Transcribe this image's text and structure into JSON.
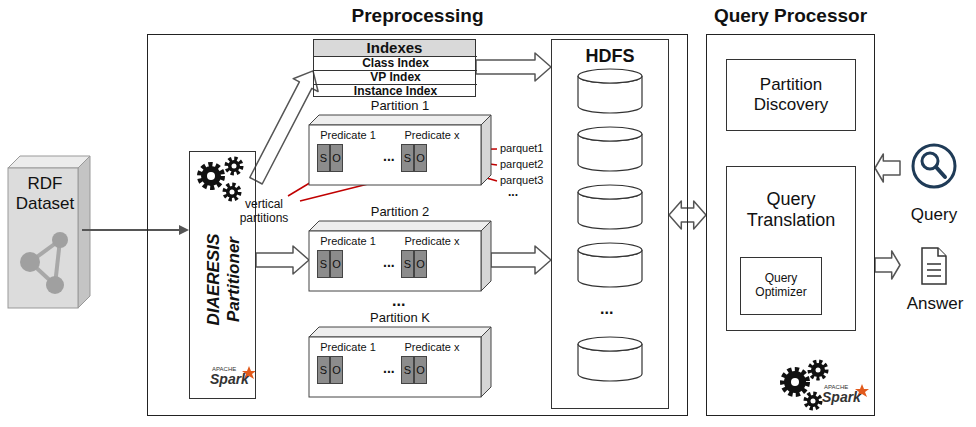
{
  "diagram": {
    "nodes": [
      {
        "text": [
          "RDF Dataset"
        ]
      },
      {
        "text": [
          "Preprocessing"
        ]
      },
      {
        "text": [
          "DIAERESIS Partitioner"
        ],
        "in": 1
      },
      {
        "text": [
          "Indexes"
        ],
        "in": 1
      },
      {
        "text": [
          "Class Index"
        ],
        "in": 3
      },
      {
        "text": [
          "VP Index"
        ],
        "in": 3
      },
      {
        "text": [
          "Instance Index"
        ],
        "in": 3
      },
      {
        "text": [
          "Partition 1"
        ],
        "in": 1
      },
      {
        "text": [
          "Predicate 1"
        ],
        "in": 7
      },
      {
        "text": [
          "S"
        ],
        "in": 8
      },
      {
        "text": [
          "O"
        ],
        "in": 8
      },
      {
        "text": [
          "Predicate x"
        ],
        "in": 7
      },
      {
        "text": [
          "S"
        ],
        "in": 11
      },
      {
        "text": [
          "O"
        ],
        "in": 11
      },
      {
        "text": [
          "Partition 2"
        ],
        "in": 1
      },
      {
        "text": [
          "Predicate 1"
        ],
        "in": 14
      },
      {
        "text": [
          "S"
        ],
        "in": 15
      },
      {
        "text": [
          "O"
        ],
        "in": 15
      },
      {
        "text": [
          "Predicate x"
        ],
        "in": 14
      },
      {
        "text": [
          "S"
        ],
        "in": 18
      },
      {
        "text": [
          "O"
        ],
        "in": 18
      },
      {
        "text": [
          "Partition K"
        ],
        "in": 1
      },
      {
        "text": [
          "Predicate 1"
        ],
        "in": 21
      },
      {
        "text": [
          "S"
        ],
        "in": 22
      },
      {
        "text": [
          "O"
        ],
        "in": 22
      },
      {
        "text": [
          "Predicate x"
        ],
        "in": 21
      },
      {
        "text": [
          "S"
        ],
        "in": 25
      },
      {
        "text": [
          "O"
        ],
        "in": 25
      },
      {
        "text": [
          "HDFS"
        ],
        "in": 1
      },
      {
        "text": [
          "Query Processor"
        ]
      },
      {
        "text": [
          "Partition Discovery"
        ],
        "in": 29
      },
      {
        "text": [
          "Query Translation"
        ],
        "in": 29
      },
      {
        "text": [
          "Query Optimizer"
        ],
        "in": 31
      },
      {
        "text": [
          "Query"
        ]
      },
      {
        "text": [
          "Answer"
        ]
      }
    ],
    "edges": [
      {
        "from": 0,
        "to": 2,
        "arrow": "to"
      },
      {
        "from": 2,
        "to": 3,
        "arrow": "to"
      },
      {
        "from": 2,
        "to": 14,
        "arrow": "to"
      },
      {
        "from": 3,
        "to": 28,
        "arrow": "to"
      },
      {
        "from": 14,
        "to": 28,
        "arrow": "to"
      },
      {
        "from": 28,
        "to": 29,
        "arrow": "both"
      },
      {
        "from": 33,
        "to": 29,
        "arrow": "to"
      },
      {
        "from": 29,
        "to": 34,
        "arrow": "to"
      }
    ],
    "labels": [
      "...",
      "...",
      "...",
      "vertical partitions",
      "parquet1",
      "parquet2",
      "parquet3",
      "...",
      "...",
      "...",
      "APACHE",
      "Spark",
      "APACHE",
      "Spark"
    ]
  }
}
